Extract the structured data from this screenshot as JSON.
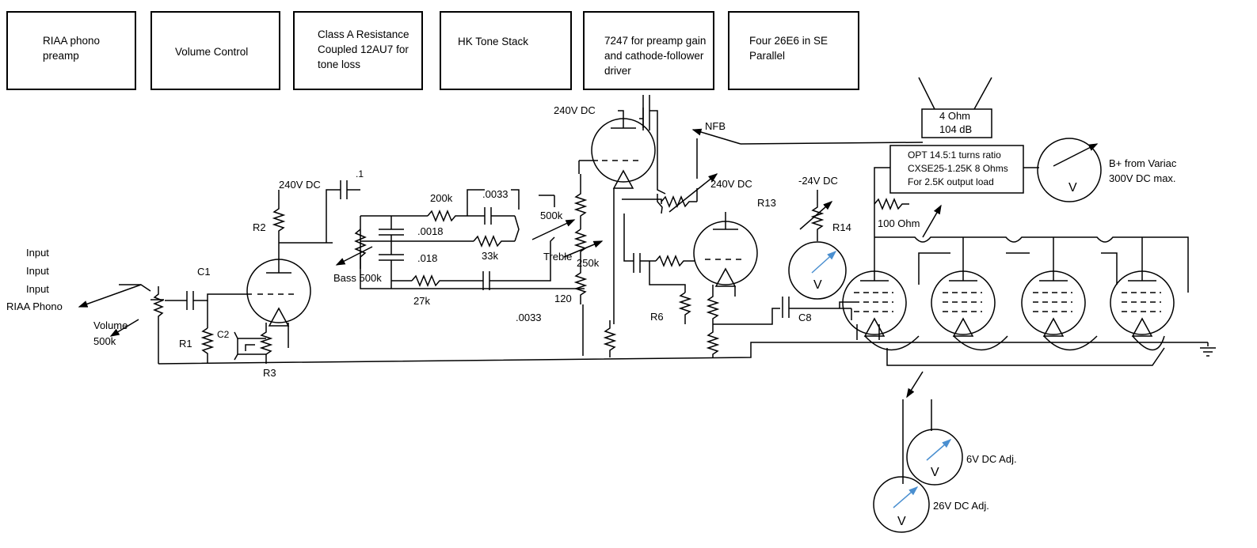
{
  "blocks": [
    {
      "text": "RIAA phono preamp"
    },
    {
      "text": "Volume Control"
    },
    {
      "text": "Class A Resistance Coupled 12AU7 for tone loss"
    },
    {
      "text": "HK Tone Stack"
    },
    {
      "text": "7247 for preamp gain and cathode-follower driver"
    },
    {
      "text": "Four 26E6 in SE Parallel"
    }
  ],
  "inputs": [
    "Input",
    "Input",
    "Input",
    "RIAA Phono"
  ],
  "labels": {
    "volume": "Volume",
    "volume_value": "500k",
    "c1": "C1",
    "c2": "C2",
    "r1": "R1",
    "r2": "R2",
    "r3": "R3",
    "b_plus_1": "240V DC",
    "cap_01": ".1",
    "cap_0018": ".0018",
    "cap_018": ".018",
    "cap_0033_top": ".0033",
    "cap_0033_bottom": ".0033",
    "r_200k": "200k",
    "r_33k": "33k",
    "r_27k": "27k",
    "bass": "Bass 500k",
    "treble": "Treble",
    "treble_value": "500k",
    "pot_250k": "250k",
    "r_120": "120",
    "b_plus_2": "240V DC",
    "b_plus_3": "240V DC",
    "nfb": "NFB",
    "r6": "R6",
    "c8": "C8",
    "neg_bias": "-24V DC",
    "r13": "R13",
    "r14": "R14",
    "r_100ohm": "100 Ohm",
    "speaker_line1": "4 Ohm",
    "speaker_line2": "104 dB",
    "opt_line1": "OPT 14.5:1 turns ratio",
    "opt_line2": "CXSE25-1.25K 8 Ohms",
    "opt_line3": "For 2.5K output load",
    "bplus_variac_line1": "B+ from Variac",
    "bplus_variac_line2": "300V DC max.",
    "heater_6v": "6V DC Adj.",
    "heater_26v": "26V DC Adj.",
    "meter_v": "V"
  }
}
